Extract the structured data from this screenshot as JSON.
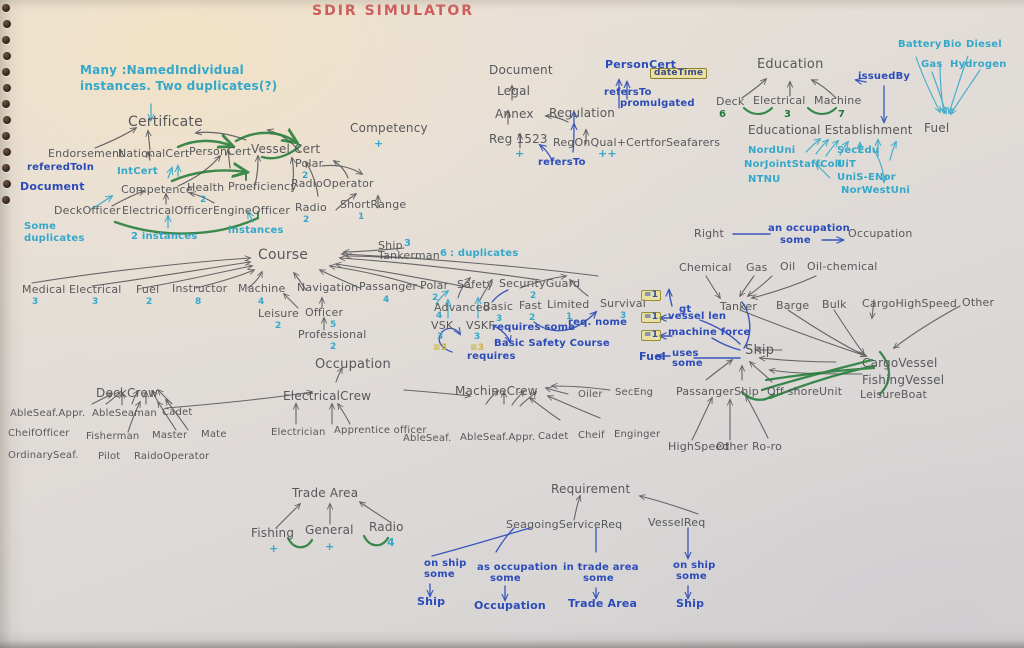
{
  "title": "SDIR SIMULATOR",
  "notes": {
    "many_instances_line1": "Many :NamedIndividual",
    "many_instances_line2": "instances. Two duplicates(?)",
    "some_duplicates_line1": "Some",
    "some_duplicates_line2": "duplicates",
    "two_instances": "2 instances",
    "instances": "instances"
  },
  "certificate_cluster": {
    "root": "Certificate",
    "nodes": [
      {
        "label": "Endorsement"
      },
      {
        "label": "NationalCert"
      },
      {
        "label": "PersonCert"
      },
      {
        "label": "Vessel Cert"
      },
      {
        "label": "IntCert"
      },
      {
        "label": "Polar",
        "count": "2"
      },
      {
        "label": "Competence"
      },
      {
        "label": "Health"
      },
      {
        "label": "Proeficiency",
        "count": "2"
      },
      {
        "label": "RadioOperator"
      },
      {
        "label": "Radio",
        "count": "2"
      },
      {
        "label": "ShortRange",
        "count": "1"
      },
      {
        "label": "DeckOfficer"
      },
      {
        "label": "ElectricalOfficer"
      },
      {
        "label": "EngineOfficer"
      }
    ],
    "relations": [
      {
        "label": "referedToIn"
      },
      {
        "label": "Document"
      }
    ],
    "competency": "Competency",
    "competency_plus": "+"
  },
  "regulation_cluster": {
    "nodes": [
      "Document",
      "Legal",
      "Annex",
      "Reg 1523",
      "Regulation",
      "RegOnQual+CertforSeafarers",
      "PersonCert"
    ],
    "reg_plus": "+",
    "regqual_plus": "++",
    "relations": [
      "refersTo",
      "refersTo",
      "promulgated"
    ],
    "datatype": "dateTime"
  },
  "education_cluster": {
    "root": "Education",
    "children": [
      {
        "label": "Deck",
        "count": "6"
      },
      {
        "label": "Electrical",
        "count": "3"
      },
      {
        "label": "Machine",
        "count": "7"
      }
    ],
    "relation": "issuedBy",
    "establishment": "Educational Establishment",
    "institutions_left": [
      "NordUni",
      "NorJointStaffColl",
      "NTNU"
    ],
    "institutions_right": [
      "SecEdu",
      "UiT",
      "UniS-ENor",
      "NorWestUni"
    ]
  },
  "fuel_cluster": {
    "root": "Fuel",
    "types": [
      "Battery",
      "Bio",
      "Diesel",
      "Gas",
      "Hydrogen"
    ]
  },
  "right_occupation": {
    "subject": "Right",
    "relation_line1": "an occupation",
    "relation_line2": "some",
    "object": "Occupation"
  },
  "course_cluster": {
    "root": "Course",
    "children": [
      {
        "label": "Medical",
        "count": "3"
      },
      {
        "label": "Electrical",
        "count": "3"
      },
      {
        "label": "Fuel",
        "count": "2"
      },
      {
        "label": "Instructor",
        "count": "8"
      },
      {
        "label": "Machine",
        "count": "4"
      },
      {
        "label": "Navigation",
        "count": ""
      },
      {
        "label": "Passanger",
        "count": "4"
      },
      {
        "label": "Polar",
        "count": "2"
      },
      {
        "label": "Safety",
        "count": ""
      },
      {
        "label": "SecurityGuard",
        "count": "2"
      }
    ],
    "sub_children": [
      {
        "label": "Leisure",
        "count": "2"
      },
      {
        "label": "Officer",
        "count": "5"
      },
      {
        "label": "Professional",
        "count": "2"
      }
    ],
    "ship_note": {
      "label": "Ship",
      "count": "3"
    },
    "tankerman_note": {
      "label": "Tankerman",
      "count": "6",
      "comment": ": duplicates"
    },
    "safety_children": [
      {
        "label": "Advanced",
        "count": "4"
      },
      {
        "label": "Basic",
        "count": "3"
      },
      {
        "label": "Fast",
        "count": "2"
      },
      {
        "label": "Limited",
        "count": "1"
      },
      {
        "label": "Survival",
        "count": "3"
      }
    ],
    "vsk": [
      {
        "label": "VSK",
        "count": "3",
        "extra": "≡3"
      },
      {
        "label": "VSKF",
        "count": "3",
        "extra": "≡3"
      }
    ],
    "basic_safety_course": "Basic Safety Course",
    "requires_some": "requires some",
    "requires": "requires",
    "req_nome": "req. nome"
  },
  "ship_cluster": {
    "root": "Ship",
    "constraints": [
      {
        "box": "=1",
        "label": "gt"
      },
      {
        "box": "=1",
        "label": "vessel len"
      },
      {
        "box": "=1",
        "label": "machine force"
      }
    ],
    "fuel_relation": {
      "subject": "Fuel",
      "label_line1": "uses",
      "label_line2": "some"
    },
    "vessel_types": [
      "Tanker",
      "Barge",
      "Bulk",
      "CargoHighSpeed",
      "Other",
      "CargoVessel",
      "FishingVessel",
      "PassangerShip",
      "Off-shoreUnit",
      "LeisureBoat"
    ],
    "tanker_types": [
      "Chemical",
      "Gas",
      "Oil",
      "Oil-chemical"
    ],
    "passanger_types": [
      "HighSpeed",
      "Other",
      "Ro-ro"
    ]
  },
  "occupation_cluster": {
    "root": "Occupation",
    "crews": [
      "DeckCrew",
      "ElectricalCrew",
      "MachineCrew"
    ],
    "deck_members": [
      "AbleSeaf.Appr.",
      "AbleSeaman",
      "Cadet",
      "CheifOfficer",
      "Fisherman",
      "Master",
      "Mate",
      "OrdinarySeaf.",
      "Pilot",
      "RaidoOperator"
    ],
    "electrical_members": [
      "Electrician",
      "Apprentice officer"
    ],
    "machine_members": [
      "Oiler",
      "SecEng",
      "AbleSeaf.",
      "AbleSeaf.Appr.",
      "Cadet",
      "Cheif",
      "Enginger"
    ]
  },
  "trade_area_cluster": {
    "root": "Trade Area",
    "children": [
      {
        "label": "Fishing",
        "count": "+"
      },
      {
        "label": "General",
        "count": "+"
      },
      {
        "label": "Radio",
        "count": "4"
      }
    ]
  },
  "requirement_cluster": {
    "root": "Requirement",
    "children": [
      "SeagoingServiceReq",
      "VesselReq"
    ],
    "restrictions": [
      {
        "line1": "on ship",
        "line2": "some",
        "target": "Ship"
      },
      {
        "line1": "as occupation",
        "line2": "some",
        "target": "Occupation"
      },
      {
        "line1": "in trade area",
        "line2": "some",
        "target": "Trade Area"
      },
      {
        "line1": "on ship",
        "line2": "some",
        "target": "Ship"
      }
    ]
  },
  "colors": {
    "paper": "#e2ded8",
    "pencil": "#57585c",
    "blue": "#2b4bb8",
    "cyan": "#35a8c9",
    "green": "#1f7a35",
    "red": "#cf5d5d",
    "yellow": "#cbb23a"
  }
}
